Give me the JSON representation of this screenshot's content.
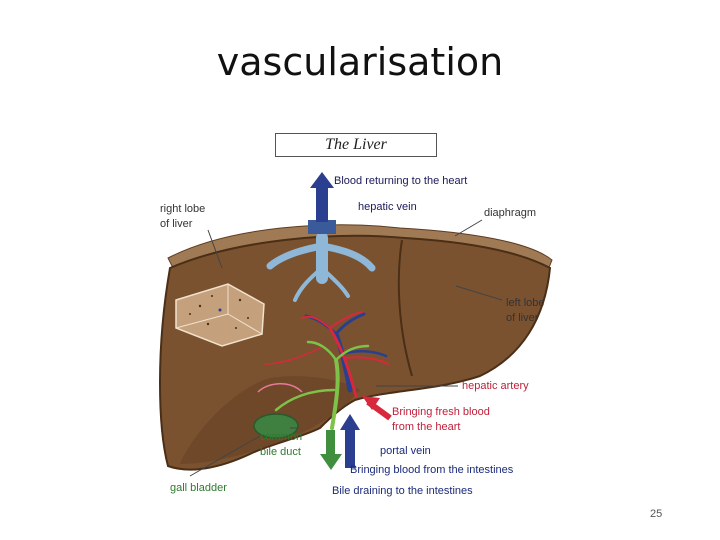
{
  "slide": {
    "title": "vascularisation",
    "page_number": "25"
  },
  "figure": {
    "title": "The Liver",
    "labels": {
      "blood_returning": "Blood returning to the heart",
      "hepatic_vein": "hepatic vein",
      "right_lobe_line1": "right lobe",
      "right_lobe_line2": "of liver",
      "diaphragm": "diaphragm",
      "left_lobe_line1": "left lobe",
      "left_lobe_line2": "of liver",
      "hepatic_artery": "hepatic artery",
      "fresh_blood_line1": "Bringing fresh blood",
      "fresh_blood_line2": "from the heart",
      "common_bile_line1": "common",
      "common_bile_line2": "bile duct",
      "portal_vein": "portal vein",
      "blood_from_intestines": "Bringing blood from the intestines",
      "gall_bladder": "gall bladder",
      "bile_draining": "Bile draining to the intestines"
    },
    "colors": {
      "liver": "#7a5230",
      "liver_dark": "#5e3c20",
      "hepatic_vein": "#8fb8d8",
      "arrow_blue": "#2a3f8f",
      "arrow_red": "#d8283c",
      "arrow_green": "#3f8f3f",
      "bile_duct": "#7fc24a",
      "gall_bladder": "#3f7f3f"
    }
  }
}
